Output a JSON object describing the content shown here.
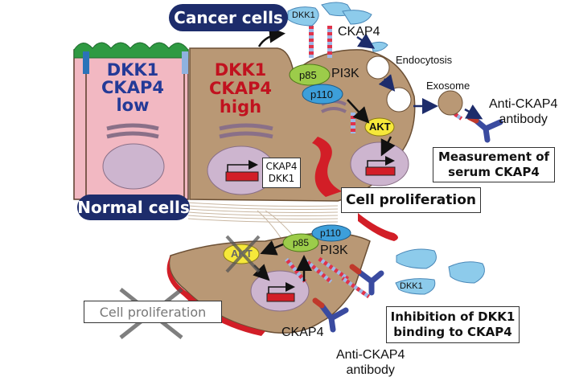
{
  "labels": {
    "cancer_cells": "Cancer cells",
    "normal_cells": "Normal cells",
    "normal_marker": [
      "DKK1",
      "CKAP4",
      "low"
    ],
    "cancer_marker": [
      "DKK1",
      "CKAP4",
      "high"
    ],
    "dkk1_top": "DKK1",
    "ckap4_top": "CKAP4",
    "endocytosis": "Endocytosis",
    "exosome": "Exosome",
    "anti_ckap4_top": [
      "Anti-CKAP4",
      "antibody"
    ],
    "measurement": [
      "Measurement of",
      "serum CKAP4"
    ],
    "cell_proliferation": "Cell proliferation",
    "cell_proliferation_crossed": "Cell proliferation",
    "gene_box": [
      "CKAP4",
      "DKK1"
    ],
    "p85": "p85",
    "pi3k": "PI3K",
    "p110": "p110",
    "akt": "AKT",
    "p85_bottom": "p85",
    "p110_bottom": "p110",
    "pi3k_bottom": "PI3K",
    "akt_bottom": "AKT",
    "dkk1_bottom": "DKK1",
    "inhibition": [
      "Inhibition of DKK1",
      "binding to CKAP4"
    ],
    "ckap4_bottom": "CKAP4",
    "anti_ckap4_bottom": [
      "Anti-CKAP4",
      "antibody"
    ]
  },
  "colors": {
    "normal_cell": "#f2b8c2",
    "cancer_cell": "#b99875",
    "nucleus": "#cdb5cf",
    "navy": "#1d2c6b",
    "red_accent": "#d21e27",
    "p85": "#9ccc4a",
    "p110": "#3d9fda",
    "akt": "#f6e83a",
    "dkk1": "#8dcbeb",
    "antibody_blue": "#3a4ba0",
    "antibody_red": "#c0392b"
  }
}
